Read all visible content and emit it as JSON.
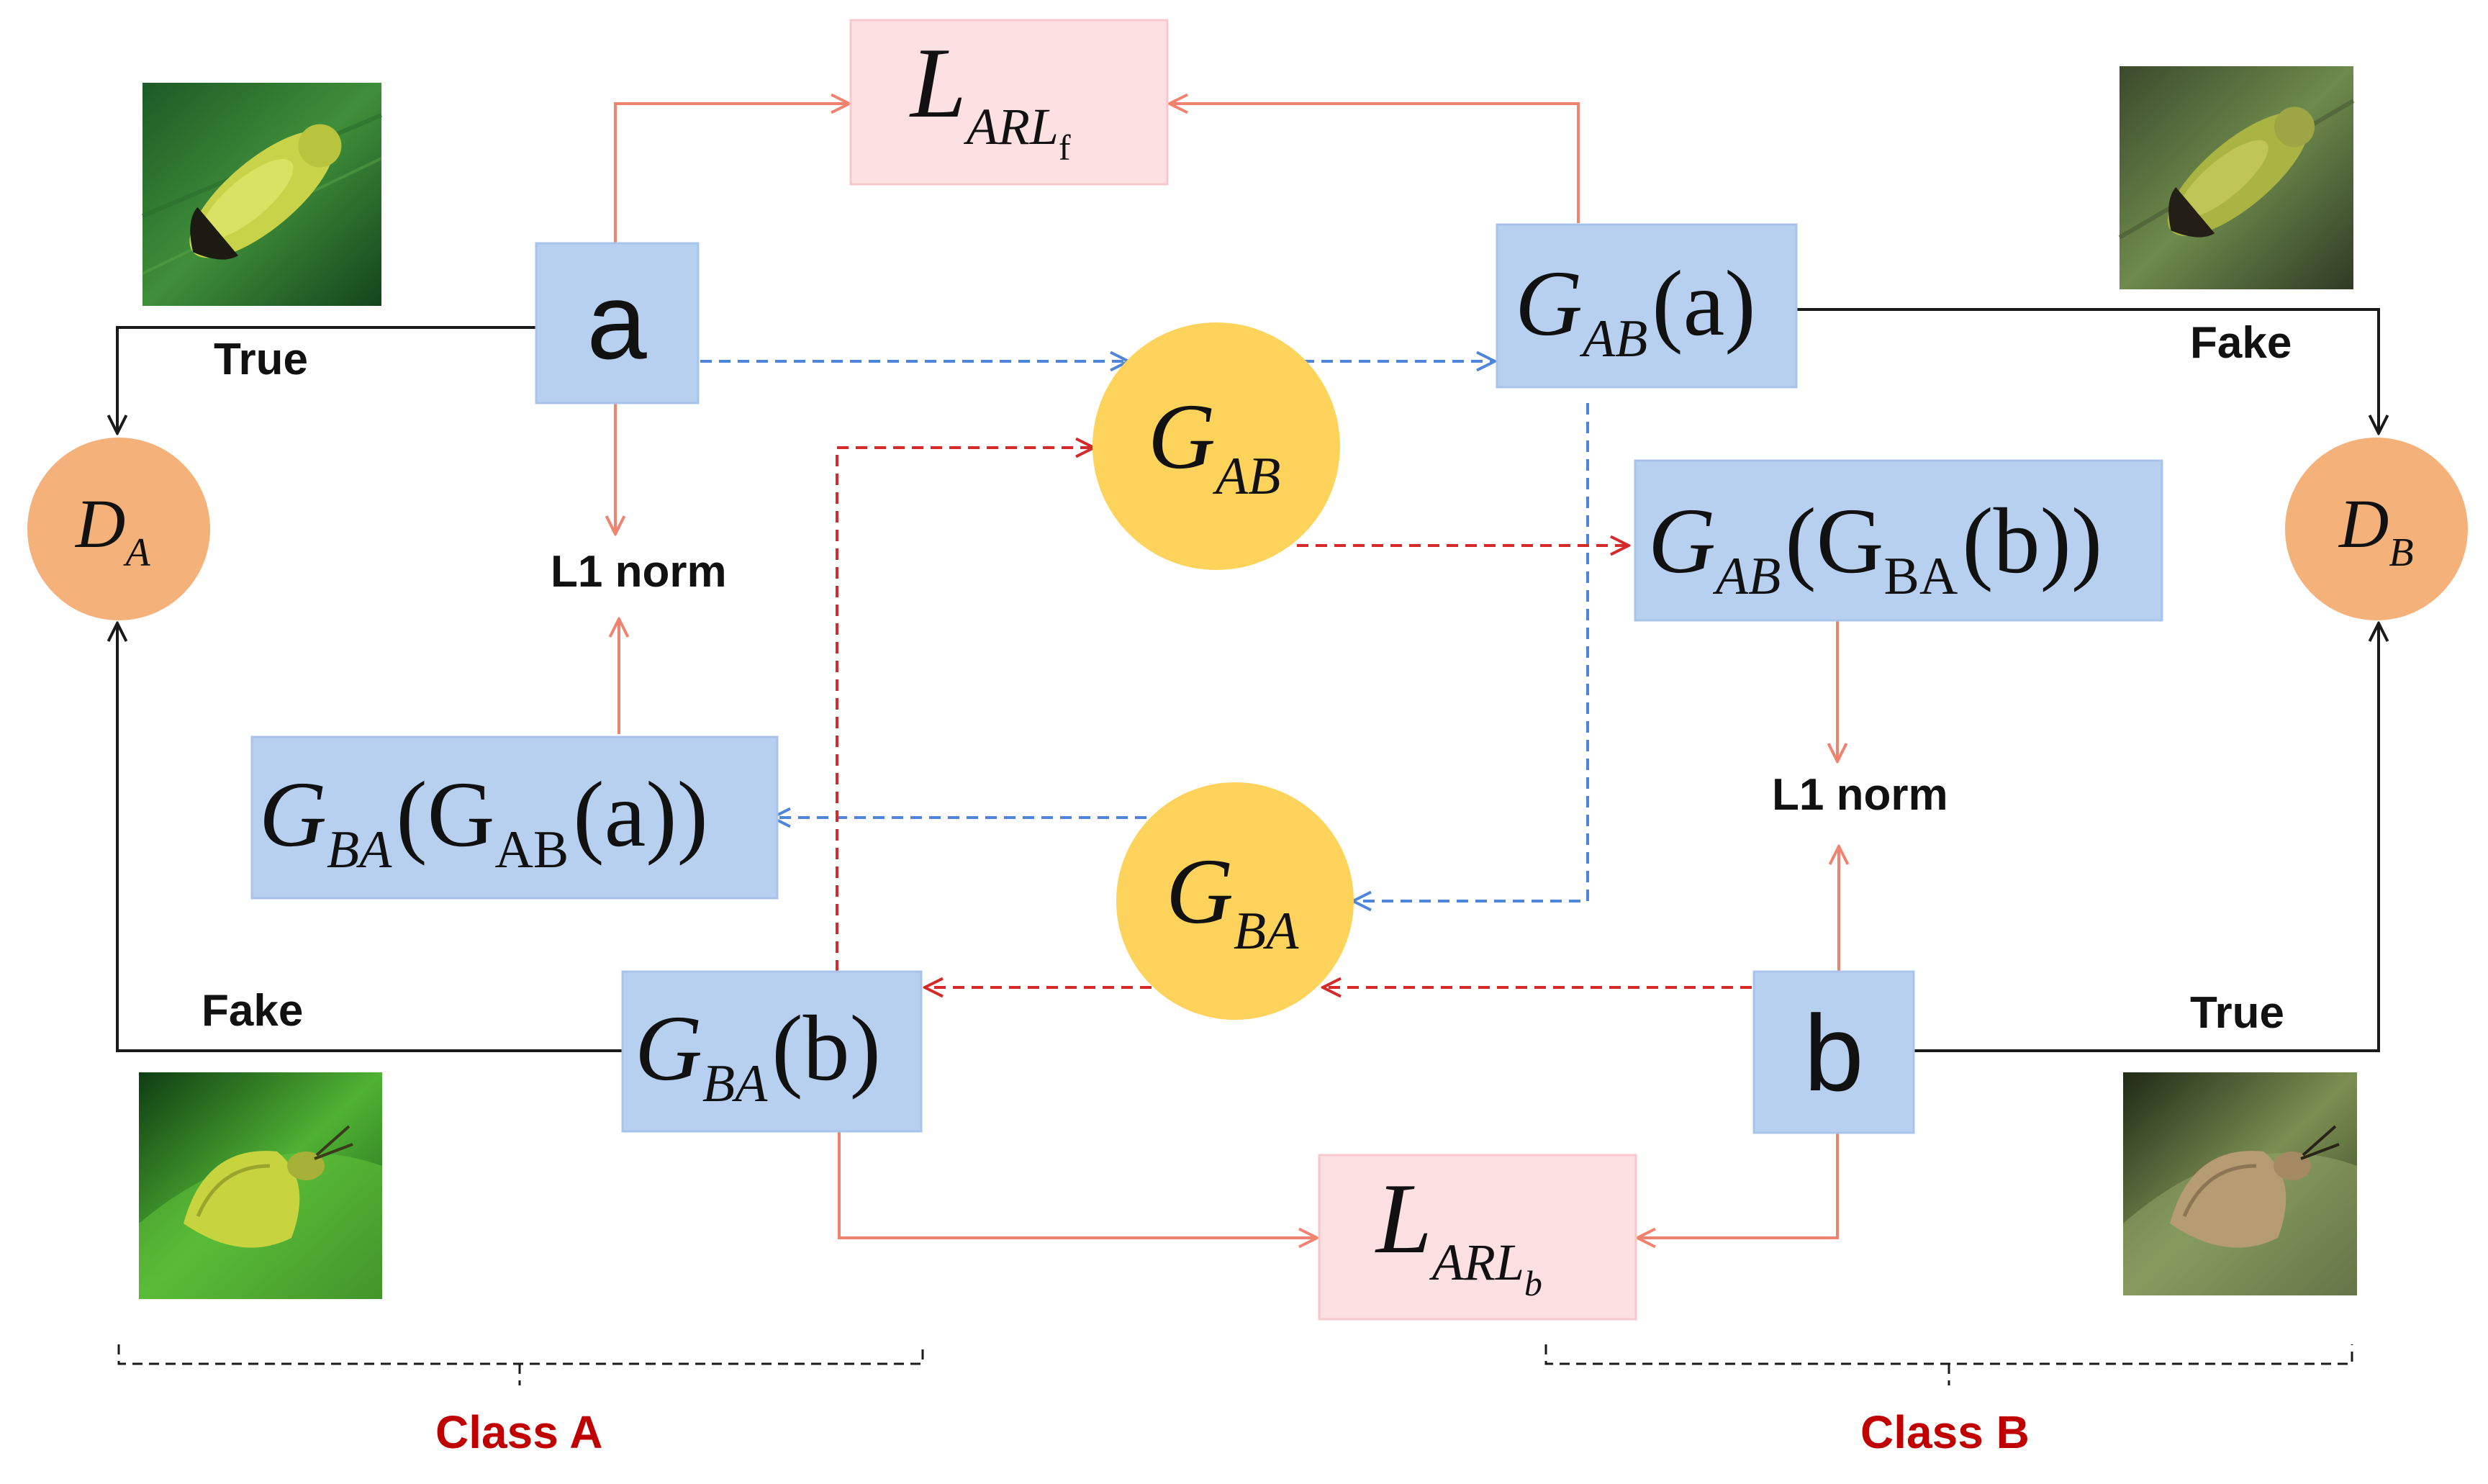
{
  "colors": {
    "box_fill": "#B8D0F0",
    "box_stroke": "#A8C4EA",
    "loss_fill": "#FDE0E2",
    "loss_stroke": "#F6C8CB",
    "generator_fill": "#FDD35B",
    "discriminator_fill": "#F4B27A",
    "salmon_line": "#F0836F",
    "blue_dash": "#4F86D9",
    "red_dash": "#D42A2A",
    "black_line": "#1a1a1a",
    "class_label": "#C00000"
  },
  "nodes": {
    "a": "a",
    "b": "b",
    "gab_a": {
      "base": "G",
      "sub": "AB",
      "arg": "(a)"
    },
    "gba_b": {
      "base": "G",
      "sub": "BA",
      "arg": "(b)"
    },
    "gab_gba_b": {
      "base": "G",
      "sub": "AB",
      "arg_open": "(G",
      "arg_sub": "BA",
      "arg_close": "(b))"
    },
    "gba_gab_a": {
      "base": "G",
      "sub": "BA",
      "arg_open": "(G",
      "arg_sub": "AB",
      "arg_close": "(a))"
    },
    "gen_ab": {
      "base": "G",
      "sub": "AB"
    },
    "gen_ba": {
      "base": "G",
      "sub": "BA"
    },
    "disc_a": {
      "base": "D",
      "sub": "A"
    },
    "disc_b": {
      "base": "D",
      "sub": "B"
    },
    "loss_f": {
      "base": "L",
      "sub": "ARL",
      "subsub": "f"
    },
    "loss_b": {
      "base": "L",
      "sub": "ARL",
      "subsub": "b"
    }
  },
  "labels": {
    "true_left": "True",
    "fake_left": "Fake",
    "fake_right": "Fake",
    "true_right": "True",
    "l1_top": "L1 norm",
    "l1_bottom": "L1 norm",
    "class_a": "Class A",
    "class_b": "Class B"
  },
  "images": {
    "real_a": "leafhopper-photo",
    "fake_b_from_a": "leafhopper-translated-photo",
    "fake_a_from_b": "butterfly-translated-photo",
    "real_b": "butterfly-photo"
  }
}
